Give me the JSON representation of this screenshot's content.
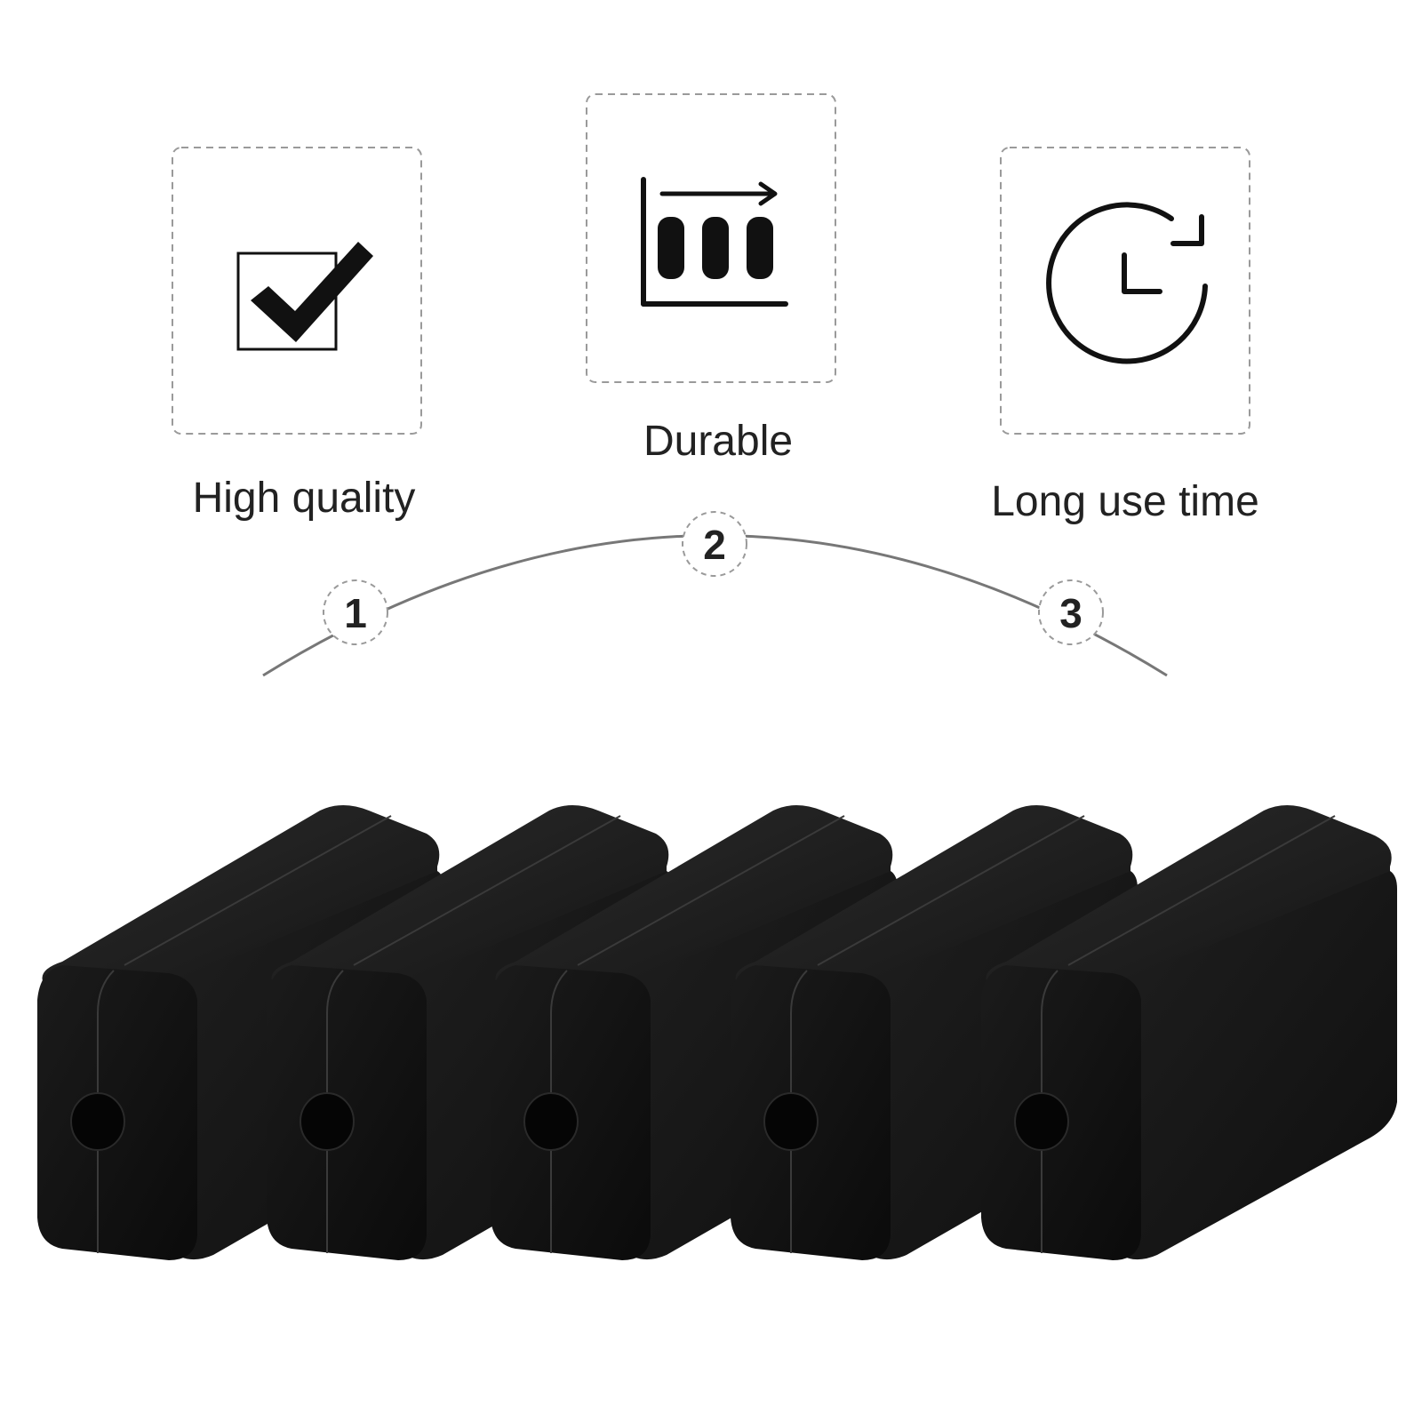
{
  "features": [
    {
      "label": "High quality",
      "number": "1",
      "icon": "checkbox-check-icon"
    },
    {
      "label": "Durable",
      "number": "2",
      "icon": "bar-chart-growth-icon"
    },
    {
      "label": "Long use time",
      "number": "3",
      "icon": "clock-refresh-icon"
    }
  ],
  "product": {
    "count": 5,
    "item": "black project box enclosure",
    "color": "#151515"
  },
  "colors": {
    "text": "#222222",
    "dashed_border": "#9a9a9a",
    "arc": "#777777",
    "icon": "#111111",
    "background": "#ffffff"
  }
}
